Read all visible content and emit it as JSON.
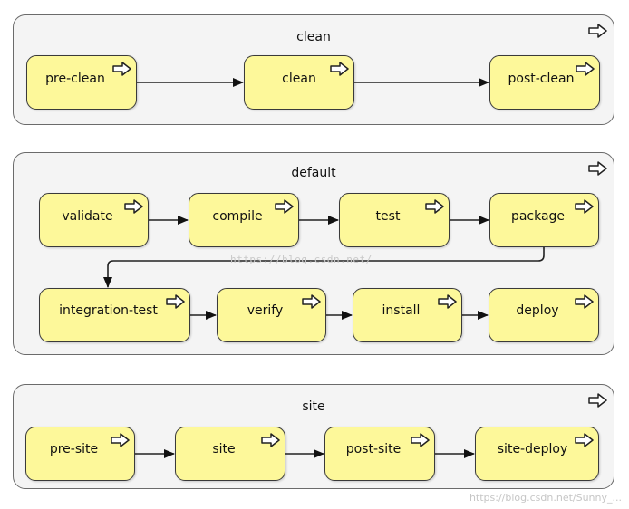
{
  "lanes": {
    "clean": {
      "title": "clean"
    },
    "default": {
      "title": "default"
    },
    "site": {
      "title": "site"
    }
  },
  "phases": {
    "pre_clean": "pre-clean",
    "clean": "clean",
    "post_clean": "post-clean",
    "validate": "validate",
    "compile": "compile",
    "test": "test",
    "package": "package",
    "integration_test": "integration-test",
    "verify": "verify",
    "install": "install",
    "deploy": "deploy",
    "pre_site": "pre-site",
    "site": "site",
    "post_site": "post-site",
    "site_deploy": "site-deploy"
  },
  "watermarks": {
    "middle": "https://blog.csdn.net/",
    "corner": "https://blog.csdn.net/Sunny_..."
  },
  "icon": "outline-right-arrow-icon"
}
